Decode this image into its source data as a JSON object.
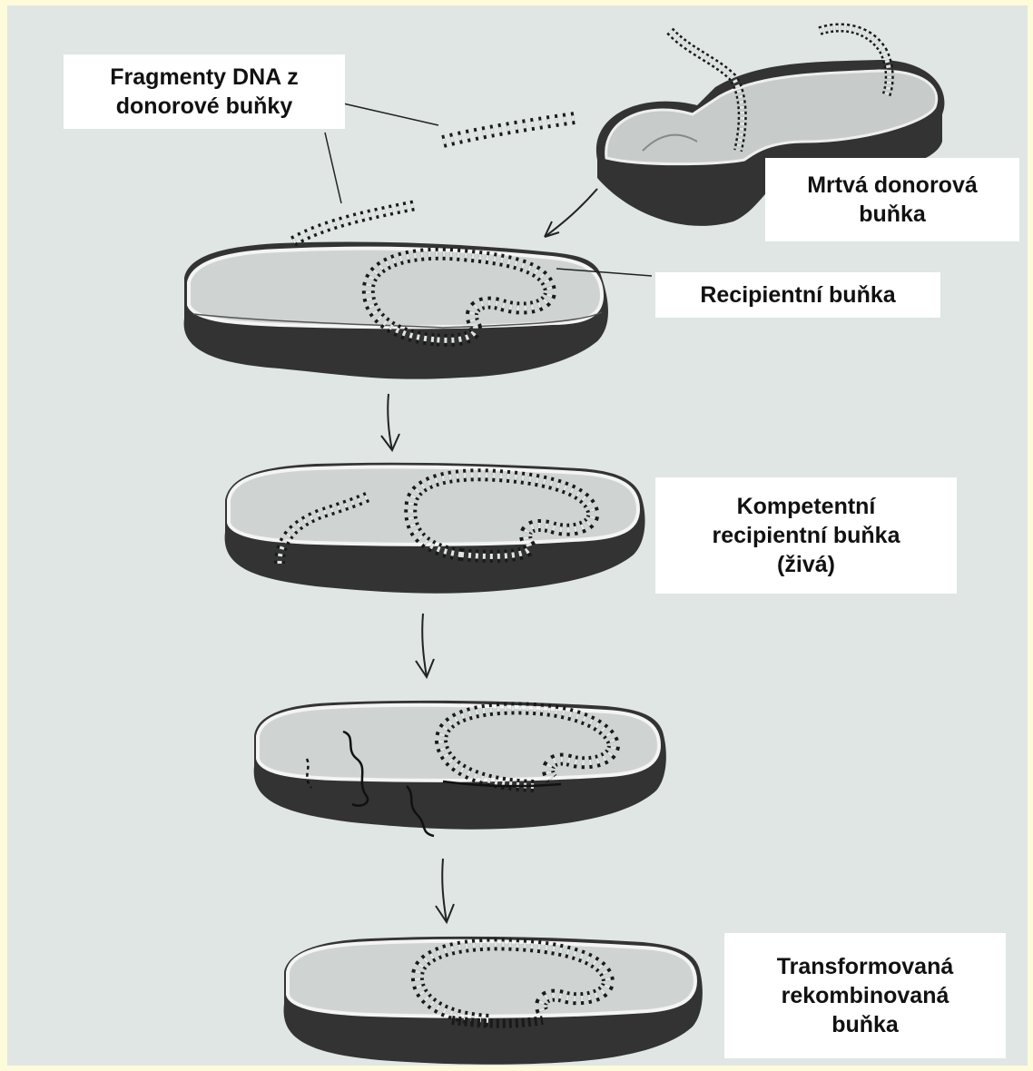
{
  "labels": {
    "fragments": [
      "Fragmenty DNA z",
      "donorové buňky"
    ],
    "dead_donor": [
      "Mrtvá donorová",
      "buňka"
    ],
    "recipient": [
      "Recipientní buňka"
    ],
    "competent": [
      "Kompetentní",
      "recipientní buňka",
      "(živá)"
    ],
    "transformed": [
      "Transformovaná",
      "rekombinovaná",
      "buňka"
    ]
  },
  "colors": {
    "frame": "#fdfbd9",
    "background": "#dfe6e4",
    "cell_dark": "#333333",
    "cell_light": "#bfc4c2",
    "label_bg": "#ffffff"
  }
}
